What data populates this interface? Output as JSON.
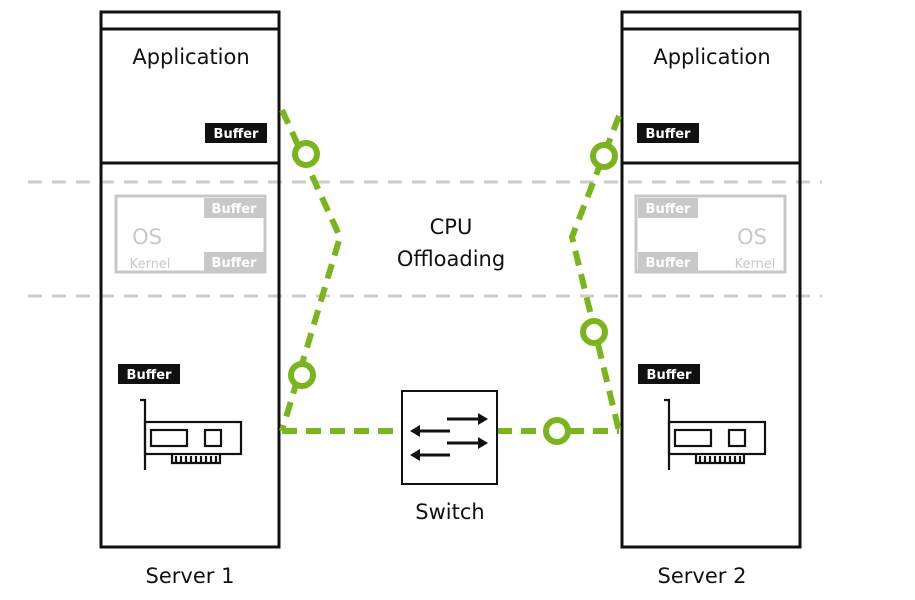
{
  "servers": [
    {
      "label": "Server 1",
      "application_label": "Application",
      "app_buffer": "Buffer",
      "os_label": "OS",
      "kernel_label": "Kernel",
      "os_buffer_top": "Buffer",
      "os_buffer_bottom": "Buffer",
      "nic_buffer": "Buffer"
    },
    {
      "label": "Server 2",
      "application_label": "Application",
      "app_buffer": "Buffer",
      "os_label": "OS",
      "kernel_label": "Kernel",
      "os_buffer_top": "Buffer",
      "os_buffer_bottom": "Buffer",
      "nic_buffer": "Buffer"
    }
  ],
  "center_label_line1": "CPU",
  "center_label_line2": "Offloading",
  "switch_label": "Switch",
  "colors": {
    "path_green": "#7ab51d",
    "outline": "#111111",
    "faded_gray": "#c8c8c8",
    "divider_gray": "#cccccc",
    "buffer_badge": "#111111"
  },
  "icons": [
    "network-card-icon",
    "switch-arrows-icon"
  ]
}
